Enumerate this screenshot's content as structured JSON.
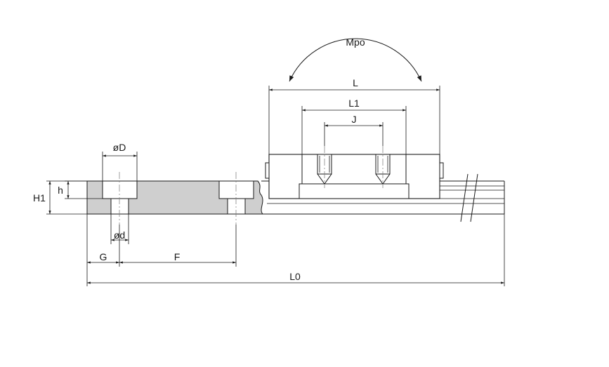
{
  "labels": {
    "mpo": "Mpo",
    "L": "L",
    "L1": "L1",
    "J": "J",
    "oD": "øD",
    "h": "h",
    "H1": "H1",
    "od": "ød",
    "G": "G",
    "F": "F",
    "L0": "L0"
  },
  "colors": {
    "section_fill": "#cfcfcf",
    "line": "#1a1a1a",
    "background": "#ffffff"
  }
}
